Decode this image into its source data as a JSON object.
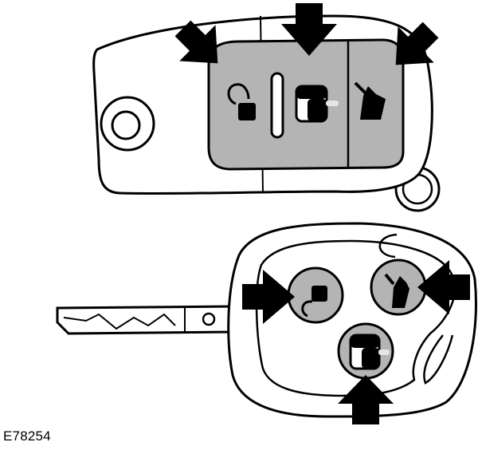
{
  "figure": {
    "reference": "E78254"
  },
  "keys": [
    {
      "name": "flip-key-remote",
      "buttons": [
        {
          "id": "unlock",
          "icon": "unlock-padlock-icon",
          "highlighted": true
        },
        {
          "id": "lock",
          "icon": "lock-doors-icon",
          "highlighted": true
        },
        {
          "id": "trunk",
          "icon": "trunk-release-icon",
          "highlighted": true
        }
      ]
    },
    {
      "name": "fixed-blade-key-remote",
      "buttons": [
        {
          "id": "unlock",
          "icon": "unlock-padlock-icon",
          "highlighted": true
        },
        {
          "id": "trunk",
          "icon": "trunk-release-icon",
          "highlighted": true
        },
        {
          "id": "lock",
          "icon": "lock-doors-icon",
          "highlighted": true
        }
      ]
    }
  ],
  "colors": {
    "button_fill": "#b4b4b4",
    "outline": "#000000",
    "arrow": "#000000",
    "background": "#ffffff"
  }
}
